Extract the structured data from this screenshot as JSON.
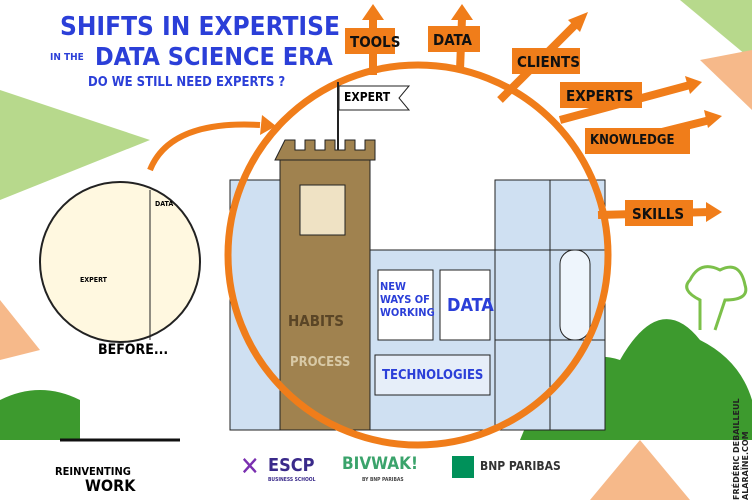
{
  "title": {
    "line1": "SHIFTS IN EXPERTISE",
    "prefix": "IN THE",
    "line2": "DATA SCIENCE ERA",
    "subtitle": "DO WE STILL NEED EXPERTS ?"
  },
  "arrows": [
    "TOOLS",
    "DATA",
    "CLIENTS",
    "EXPERTS",
    "KNOWLEDGE",
    "SKILLS"
  ],
  "flag": "EXPERT",
  "tower": {
    "habits": "HABITS",
    "process": "PROCESS"
  },
  "building": {
    "new_ways": "NEW WAYS OF WORKING",
    "data": "DATA",
    "technologies": "TECHNOLOGIES"
  },
  "before": {
    "caption": "BEFORE...",
    "expert_sign": "EXPERT",
    "data_sign": "DATA"
  },
  "footer": {
    "reinventing": "REINVENTING",
    "work": "WORK",
    "escp": "ESCP",
    "escp_sub": "BUSINESS SCHOOL",
    "bivwak": "BIVWAK!",
    "bivwak_sub": "BY BNP PARIBAS",
    "bnp": "BNP PARIBAS"
  },
  "credit": "FRÉDÉRIC DEBAILLEUL  ALARAÏNE.COM",
  "colors": {
    "orange": "#f07d1a",
    "blue": "#2b3fd8",
    "green": "#3d9a2e",
    "tower": "#a0824f",
    "glass": "#cfe0f2"
  }
}
